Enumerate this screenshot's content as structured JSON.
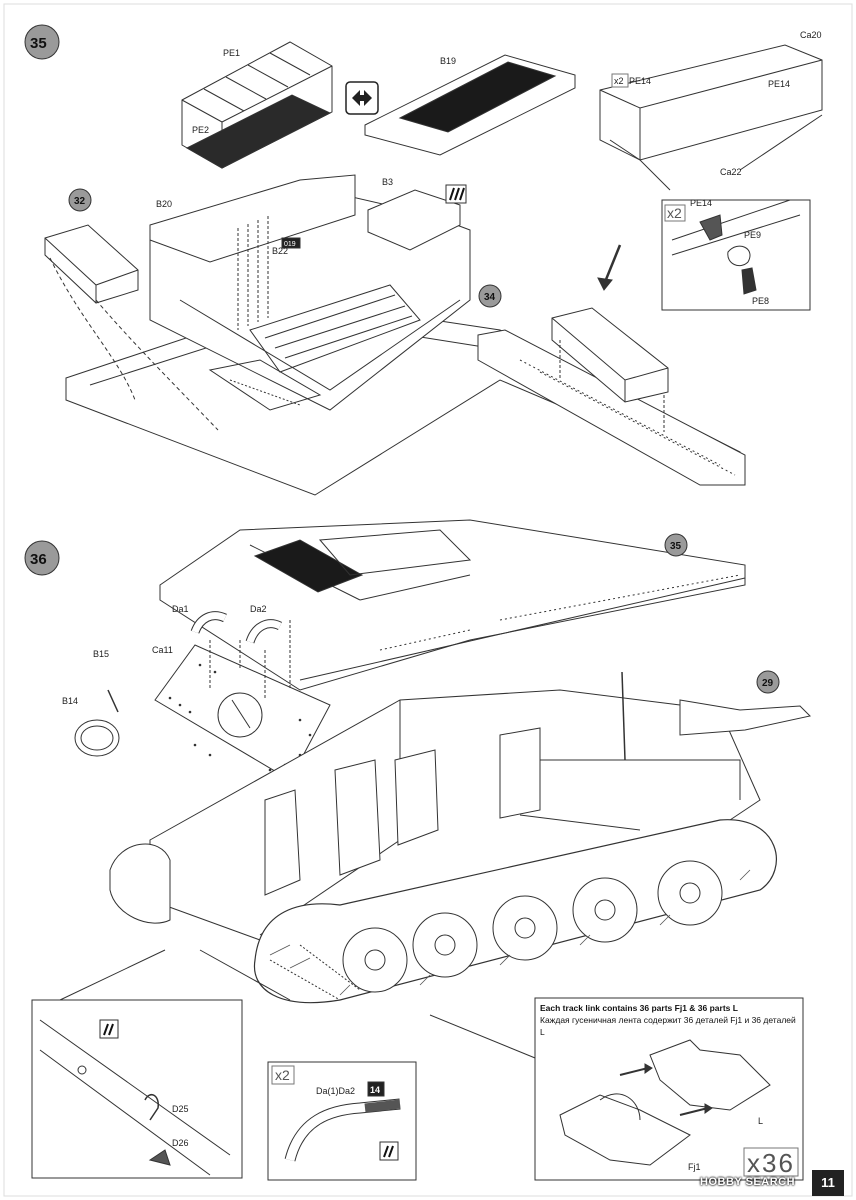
{
  "step_35": {
    "number": "35",
    "parts": {
      "pe1": "PE1",
      "pe2": "PE2",
      "b19": "B19",
      "b20": "B20",
      "b3": "B3",
      "b22": "B22",
      "ca20": "Ca20",
      "pe14_a": "PE14",
      "pe14_b": "PE14",
      "ca22": "Ca22",
      "pe14_c": "PE14",
      "pe9": "PE9",
      "pe8": "PE8"
    },
    "multiplier_a": "x2",
    "multiplier_b": "x2",
    "ref_step_a": "32",
    "ref_step_b": "34",
    "paint_code": "019"
  },
  "step_36": {
    "number": "36",
    "parts": {
      "da1": "Da1",
      "da2": "Da2",
      "b15": "B15",
      "ca11": "Ca11",
      "b14": "B14",
      "d25": "D25",
      "d26": "D26",
      "da_combo": "Da(1)Da2"
    },
    "ref_step_a": "35",
    "ref_step_b": "29",
    "multiplier": "x2",
    "paint_code": "14"
  },
  "track_note": {
    "title": "Each track link contains 36 parts Fj1 & 36 parts L",
    "subtitle": "Каждая гусеничная лента содержит 36 деталей Fj1 и 36 деталей L",
    "part_l": "L",
    "part_fj1": "Fj1",
    "multiplier": "x36"
  },
  "footer": {
    "brand": "HOBBY SEARCH",
    "page": "11"
  },
  "colors": {
    "line": "#333333",
    "bubble_fill": "#9a9a9a",
    "mesh": "#1a1a1a"
  }
}
